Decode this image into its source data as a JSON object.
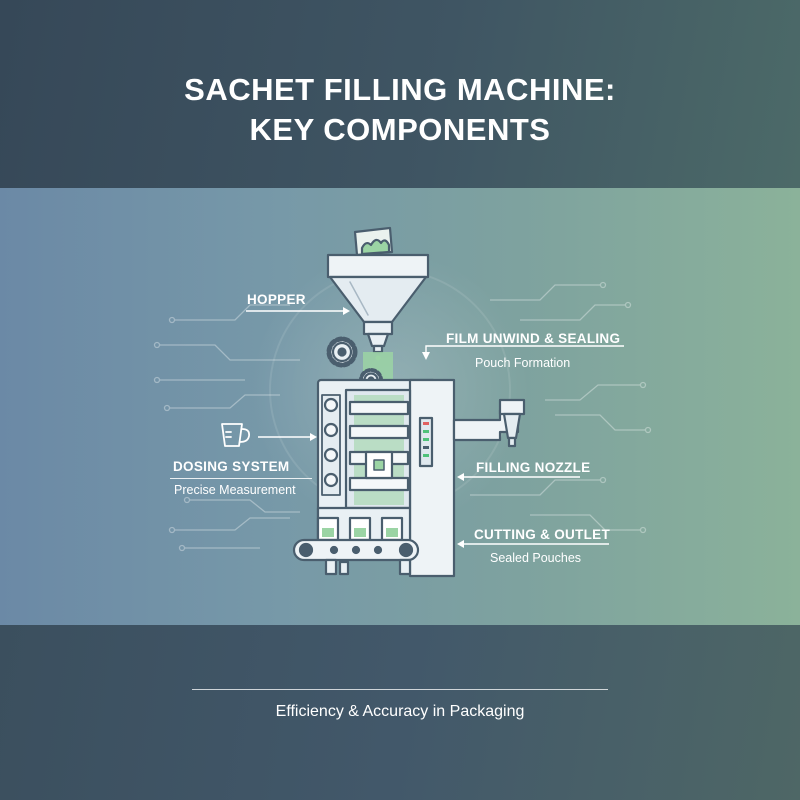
{
  "title_line1": "SACHET FILLING MACHINE:",
  "title_line2": "KEY COMPONENTS",
  "labels": {
    "hopper": "HOPPER",
    "film": "FILM UNWIND & SEALING",
    "film_sub": "Pouch Formation",
    "dosing": "DOSING SYSTEM",
    "dosing_sub": "Precise Measurement",
    "nozzle": "FILLING NOZZLE",
    "cutting": "CUTTING & OUTLET",
    "cutting_sub": "Sealed Pouches"
  },
  "tagline": "Efficiency & Accuracy in Packaging",
  "icons": [
    "measuring-cup-icon",
    "gear-icon",
    "gear-icon"
  ],
  "colors": {
    "header_bg": "#3e5361",
    "band_left": "#6b89a6",
    "band_right": "#8bb29a",
    "machine_fill": "#e9f0f4",
    "machine_stroke": "#4a5e6e",
    "product_green": "#9bd4a4",
    "indicator_green": "#4fc27a",
    "indicator_red": "#e06060"
  }
}
